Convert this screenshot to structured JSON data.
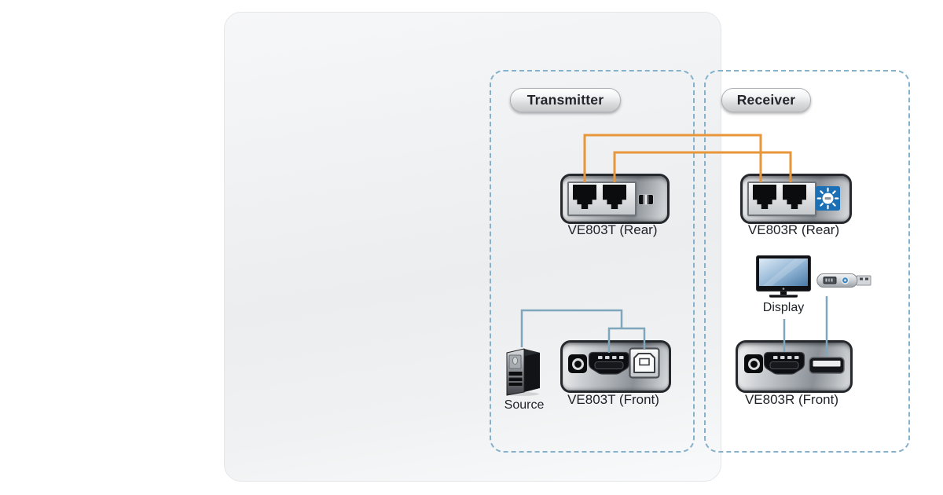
{
  "colors": {
    "cable_orange": "#E8963A",
    "connector_blue": "#7FA6BA",
    "dashed_border": "#84B1CB",
    "dial_blue": "#1A6FB5",
    "label_ink": "#1F2128",
    "screen_blue_light": "#DDEAF5",
    "screen_blue_dark": "#4A79A6"
  },
  "panels": {
    "transmitter": {
      "label": "Transmitter"
    },
    "receiver": {
      "label": "Receiver"
    }
  },
  "devices": {
    "ve803t_rear": {
      "label": "VE803T (Rear)"
    },
    "ve803r_rear": {
      "label": "VE803R (Rear)"
    },
    "ve803t_front": {
      "label": "VE803T (Front)"
    },
    "ve803r_front": {
      "label": "VE803R (Front)"
    }
  },
  "peripherals": {
    "source": {
      "label": "Source"
    },
    "display": {
      "label": "Display"
    }
  },
  "icons": {
    "rj45_port": "rj45-ethernet-port",
    "slide_switch": "slide-switch",
    "rotary_dial": "rotary-dial-switch",
    "power_jack": "dc-power-jack",
    "hdmi_port": "hdmi-port",
    "usb_b_port": "usb-type-b-port",
    "usb_a_port": "usb-type-a-port",
    "monitor": "lcd-monitor",
    "flash_drive": "usb-flash-drive",
    "pc_tower": "desktop-pc-tower"
  }
}
